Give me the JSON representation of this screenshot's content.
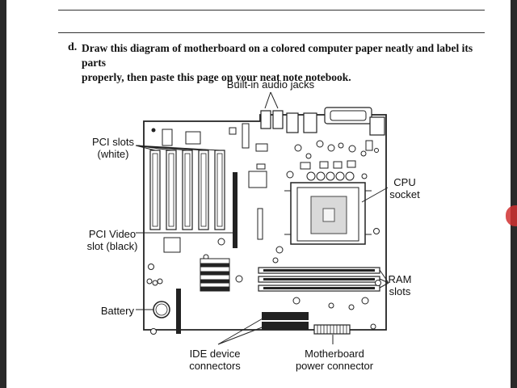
{
  "instruction": {
    "letter": "d.",
    "line1": "Draw this diagram of motherboard on a colored computer paper neatly and label its parts",
    "line2": "properly, then paste this page on your neat note notebook."
  },
  "labels": {
    "audio": "Built-in audio jacks",
    "pci_line1": "PCI slots",
    "pci_line2": "(white)",
    "pci_video_line1": "PCI Video",
    "pci_video_line2": "slot (black)",
    "battery": "Battery",
    "cpu_line1": "CPU",
    "cpu_line2": "socket",
    "ram_line1": "RAM",
    "ram_line2": "slots",
    "ide_line1": "IDE device",
    "ide_line2": "connectors",
    "power_line1": "Motherboard",
    "power_line2": "power connector"
  }
}
